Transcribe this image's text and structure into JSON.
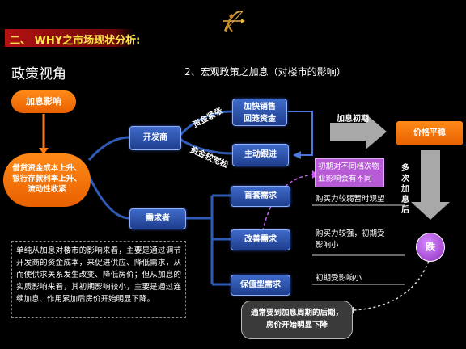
{
  "header": {
    "section_title": "二、 WHY之市场现状分析:",
    "logo_icon": "archer-logo-icon"
  },
  "page": {
    "left_heading": "政策视角",
    "subtitle": "2、宏观政策之加息（对楼市的影响）"
  },
  "nodes": {
    "rate_hike": "加息影响",
    "borrowing_cost": "借贷资金成本上升、\n银行存款利率上升、\n流动性收紧",
    "developer": "开发商",
    "demand": "需求者",
    "sales_cash": "加快销售\n回笼资金",
    "take_initiative": "主动跟进",
    "first_home": "首套需求",
    "upgrade": "改善需求",
    "value_keep": "保值型需求",
    "price_balance": "价格平稳",
    "fall": "跌"
  },
  "labels": {
    "funds_tight": "资金紧张",
    "funds_loose": "资金较宽松",
    "early_hike": "加息初期",
    "after_multi": "多\n次\n加\n息\n后",
    "differing_impact": "初期对不同档次物\n业影响会有不同",
    "first_home_effect": "购买力较弱暂时观望",
    "upgrade_effect": "购买力较强，初期受\n影响小",
    "value_effect": "初期受影响小",
    "conclusion": "通常要到加息周期的后期，\n房价开始明显下降"
  },
  "summary_text": "单纯从加息对楼市的影响来看，主要是通过调节开发商的资金成本，来促进供应、降低需求，从而使供求关系发生改变、降低房价；但从加息的实质影响来看，其初期影响较小，主要是通过连续加息、作用累加后房价开始明显下降。",
  "colors": {
    "background": "#000000",
    "banner": "#b31212",
    "banner_text": "#ffe44a",
    "orange": "#ff7a10",
    "blue": "#2f5bb7",
    "purple": "#a54bd8",
    "arrow_gray": "#a8a8a8"
  }
}
